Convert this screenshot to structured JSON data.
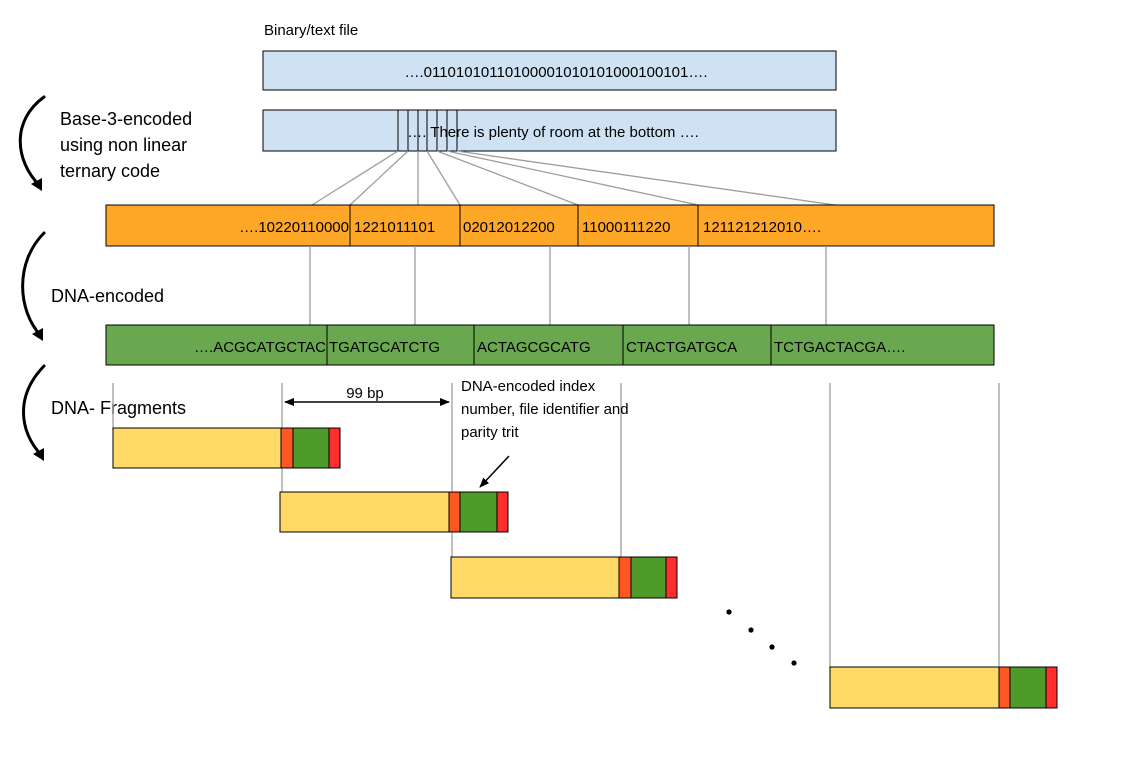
{
  "source_label": "Binary/text file",
  "binary_text": "….01101010110100001010101000100101….",
  "ternary_text": "…. There  is plenty of room at the bottom ….",
  "side_labels": {
    "base3_line1": "Base-3-encoded",
    "base3_line2": "using non linear",
    "base3_line3": "ternary code",
    "dna": "DNA-encoded",
    "fragments": "DNA- Fragments"
  },
  "ternary_segments": [
    "….10220110000",
    "1221011101",
    "02012012200",
    "11000111220",
    "121121212010…."
  ],
  "dna_segments": [
    "….ACGCATGCTAC",
    "TGATGCATCTG",
    "ACTAGCGCATG",
    "CTACTGATGCA",
    "TCTGACTACGA…."
  ],
  "fragment_length": "99 bp",
  "index_note_line1": "DNA-encoded index",
  "index_note_line2": "number, file identifier and",
  "index_note_line3": "parity trit",
  "fragment_count_shown": 4,
  "colors": {
    "file_box": "#cfe2f3",
    "ternary_bar": "#ffa726",
    "dna_bar": "#6aa84f",
    "fragment_body": "#ffd966",
    "fragment_marker": "#ff5722",
    "fragment_index": "#4e9a2a",
    "fragment_parity": "#ff2d2d",
    "connector": "#9e9e9e"
  }
}
